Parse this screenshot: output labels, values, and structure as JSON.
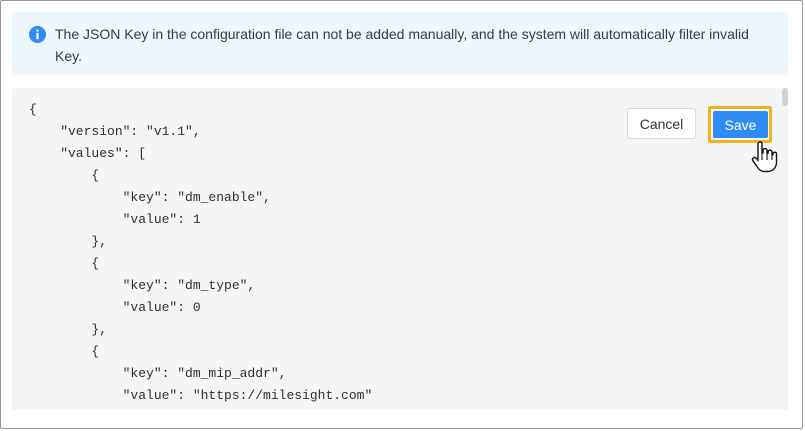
{
  "notice": {
    "text": "The JSON Key in the configuration file can not be added manually, and the system will automatically filter invalid Key.",
    "icon": "info-icon",
    "color": "#2f8cf5"
  },
  "editor": {
    "lines": [
      "{",
      "    \"version\": \"v1.1\",",
      "    \"values\": [",
      "        {",
      "            \"key\": \"dm_enable\",",
      "            \"value\": 1",
      "        },",
      "        {",
      "            \"key\": \"dm_type\",",
      "            \"value\": 0",
      "        },",
      "        {",
      "            \"key\": \"dm_mip_addr\",",
      "            \"value\": \"https://milesight.com\""
    ]
  },
  "actions": {
    "cancel_label": "Cancel",
    "save_label": "Save",
    "primary_color": "#2f8cf5",
    "highlight_color": "#f2b21b"
  },
  "cursor": {
    "icon": "hand-pointer-icon"
  }
}
